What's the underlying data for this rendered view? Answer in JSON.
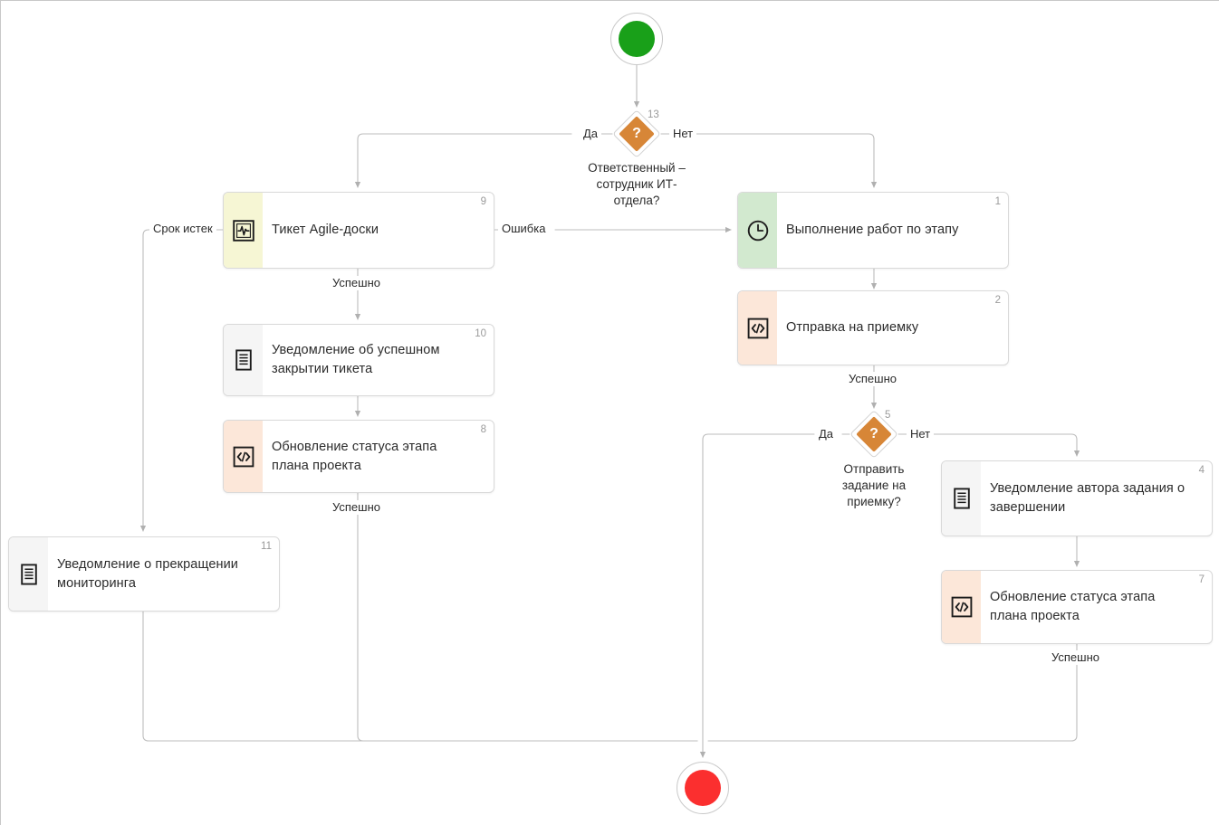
{
  "diagram": {
    "title": "Business process flowchart",
    "colors": {
      "gateway": "#d78637",
      "start": "#19a019",
      "end": "#fb2f2f",
      "strip_yellow": "#f6f6d4",
      "strip_grey": "#f5f5f5",
      "strip_peach": "#fce7d9",
      "strip_green": "#d2e9cf",
      "edge": "#b4b4b4",
      "border": "#d9d9d9"
    },
    "start_node": {
      "name": "start-event",
      "shape": "circle",
      "fill": "#19a019"
    },
    "end_node": {
      "name": "end-event",
      "shape": "circle",
      "fill": "#fb2f2f"
    },
    "gateways": [
      {
        "id": "gw13",
        "number": "13",
        "caption": "Ответственный – сотрудник ИТ-отдела?",
        "caption_lines": [
          "Ответственный –",
          "сотрудник ИТ-",
          "отдела?"
        ],
        "glyph": "?",
        "branch_left": "Да",
        "branch_right": "Нет"
      },
      {
        "id": "gw5",
        "number": "5",
        "caption": "Отправить задание на приемку?",
        "caption_lines": [
          "Отправить",
          "задание на",
          "приемку?"
        ],
        "glyph": "?",
        "branch_left": "Да",
        "branch_right": "Нет"
      }
    ],
    "nodes": [
      {
        "id": "n9",
        "number": "9",
        "label": "Тикет Agile-доски",
        "icon": "activity-pulse-icon",
        "strip": "yellow"
      },
      {
        "id": "n10",
        "number": "10",
        "label": "Уведомление об успешном закрытии тикета",
        "label_lines": [
          "Уведомление об успешном",
          "закрытии тикета"
        ],
        "icon": "document-lines-icon",
        "strip": "grey"
      },
      {
        "id": "n8",
        "number": "8",
        "label": "Обновление статуса этапа плана проекта",
        "label_lines": [
          "Обновление статуса этапа",
          "плана проекта"
        ],
        "icon": "code-brackets-icon",
        "strip": "peach"
      },
      {
        "id": "n11",
        "number": "11",
        "label": "Уведомление о прекращении мониторинга",
        "label_lines": [
          "Уведомление о прекращении",
          "мониторинга"
        ],
        "icon": "document-lines-icon",
        "strip": "grey"
      },
      {
        "id": "n1",
        "number": "1",
        "label": "Выполнение работ по этапу",
        "icon": "clock-icon",
        "strip": "green"
      },
      {
        "id": "n2",
        "number": "2",
        "label": "Отправка на приемку",
        "icon": "code-brackets-icon",
        "strip": "peach"
      },
      {
        "id": "n4",
        "number": "4",
        "label": "Уведомление автора задания о завершении",
        "label_lines": [
          "Уведомление автора задания о",
          "завершении"
        ],
        "icon": "document-lines-icon",
        "strip": "grey"
      },
      {
        "id": "n7",
        "number": "7",
        "label": "Обновление статуса этапа плана проекта",
        "label_lines": [
          "Обновление статуса этапа",
          "плана проекта"
        ],
        "icon": "code-brackets-icon",
        "strip": "peach"
      }
    ],
    "edge_labels": {
      "gw13_yes": "Да",
      "gw13_no": "Нет",
      "n9_error": "Ошибка",
      "n9_expired": "Срок истек",
      "n9_success": "Успешно",
      "n8_success": "Успешно",
      "n2_success": "Успешно",
      "gw5_yes": "Да",
      "gw5_no": "Нет",
      "n7_success": "Успешно"
    }
  }
}
